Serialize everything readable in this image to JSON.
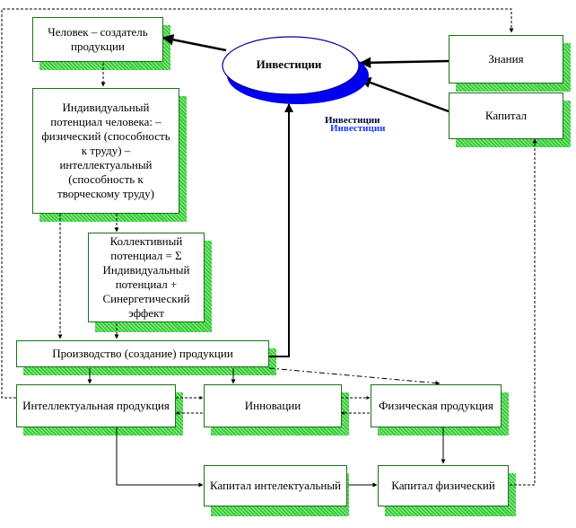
{
  "diagram": {
    "boxes": {
      "person": "Человек – создатель продукции",
      "individual": "Индивидуальный потенциал человека: – физический (способность к труду) – интеллектуальный (способность к творческому труду)",
      "collective": "Коллективный потенциал = Σ Индивидуальный потенциал + Синергетический эффект",
      "production": "Производство (создание) продукции",
      "intellectual_product": "Интеллектуальная продукция",
      "innovations": "Инновации",
      "physical_product": "Физическая продукция",
      "capital_intellectual": "Капитал интелектуальный",
      "capital_physical": "Капитал физический",
      "knowledge": "Знания",
      "capital": "Капитал"
    },
    "investments": {
      "title": "Инвестиции",
      "echo_text": "Инвестиции",
      "echo_text_2": "Инвестиции"
    }
  },
  "colors": {
    "border": "#1a6f1a",
    "shadow": "#33cc33",
    "ellipse_shadow": "#0000ee",
    "ellipse_border": "#000088"
  }
}
